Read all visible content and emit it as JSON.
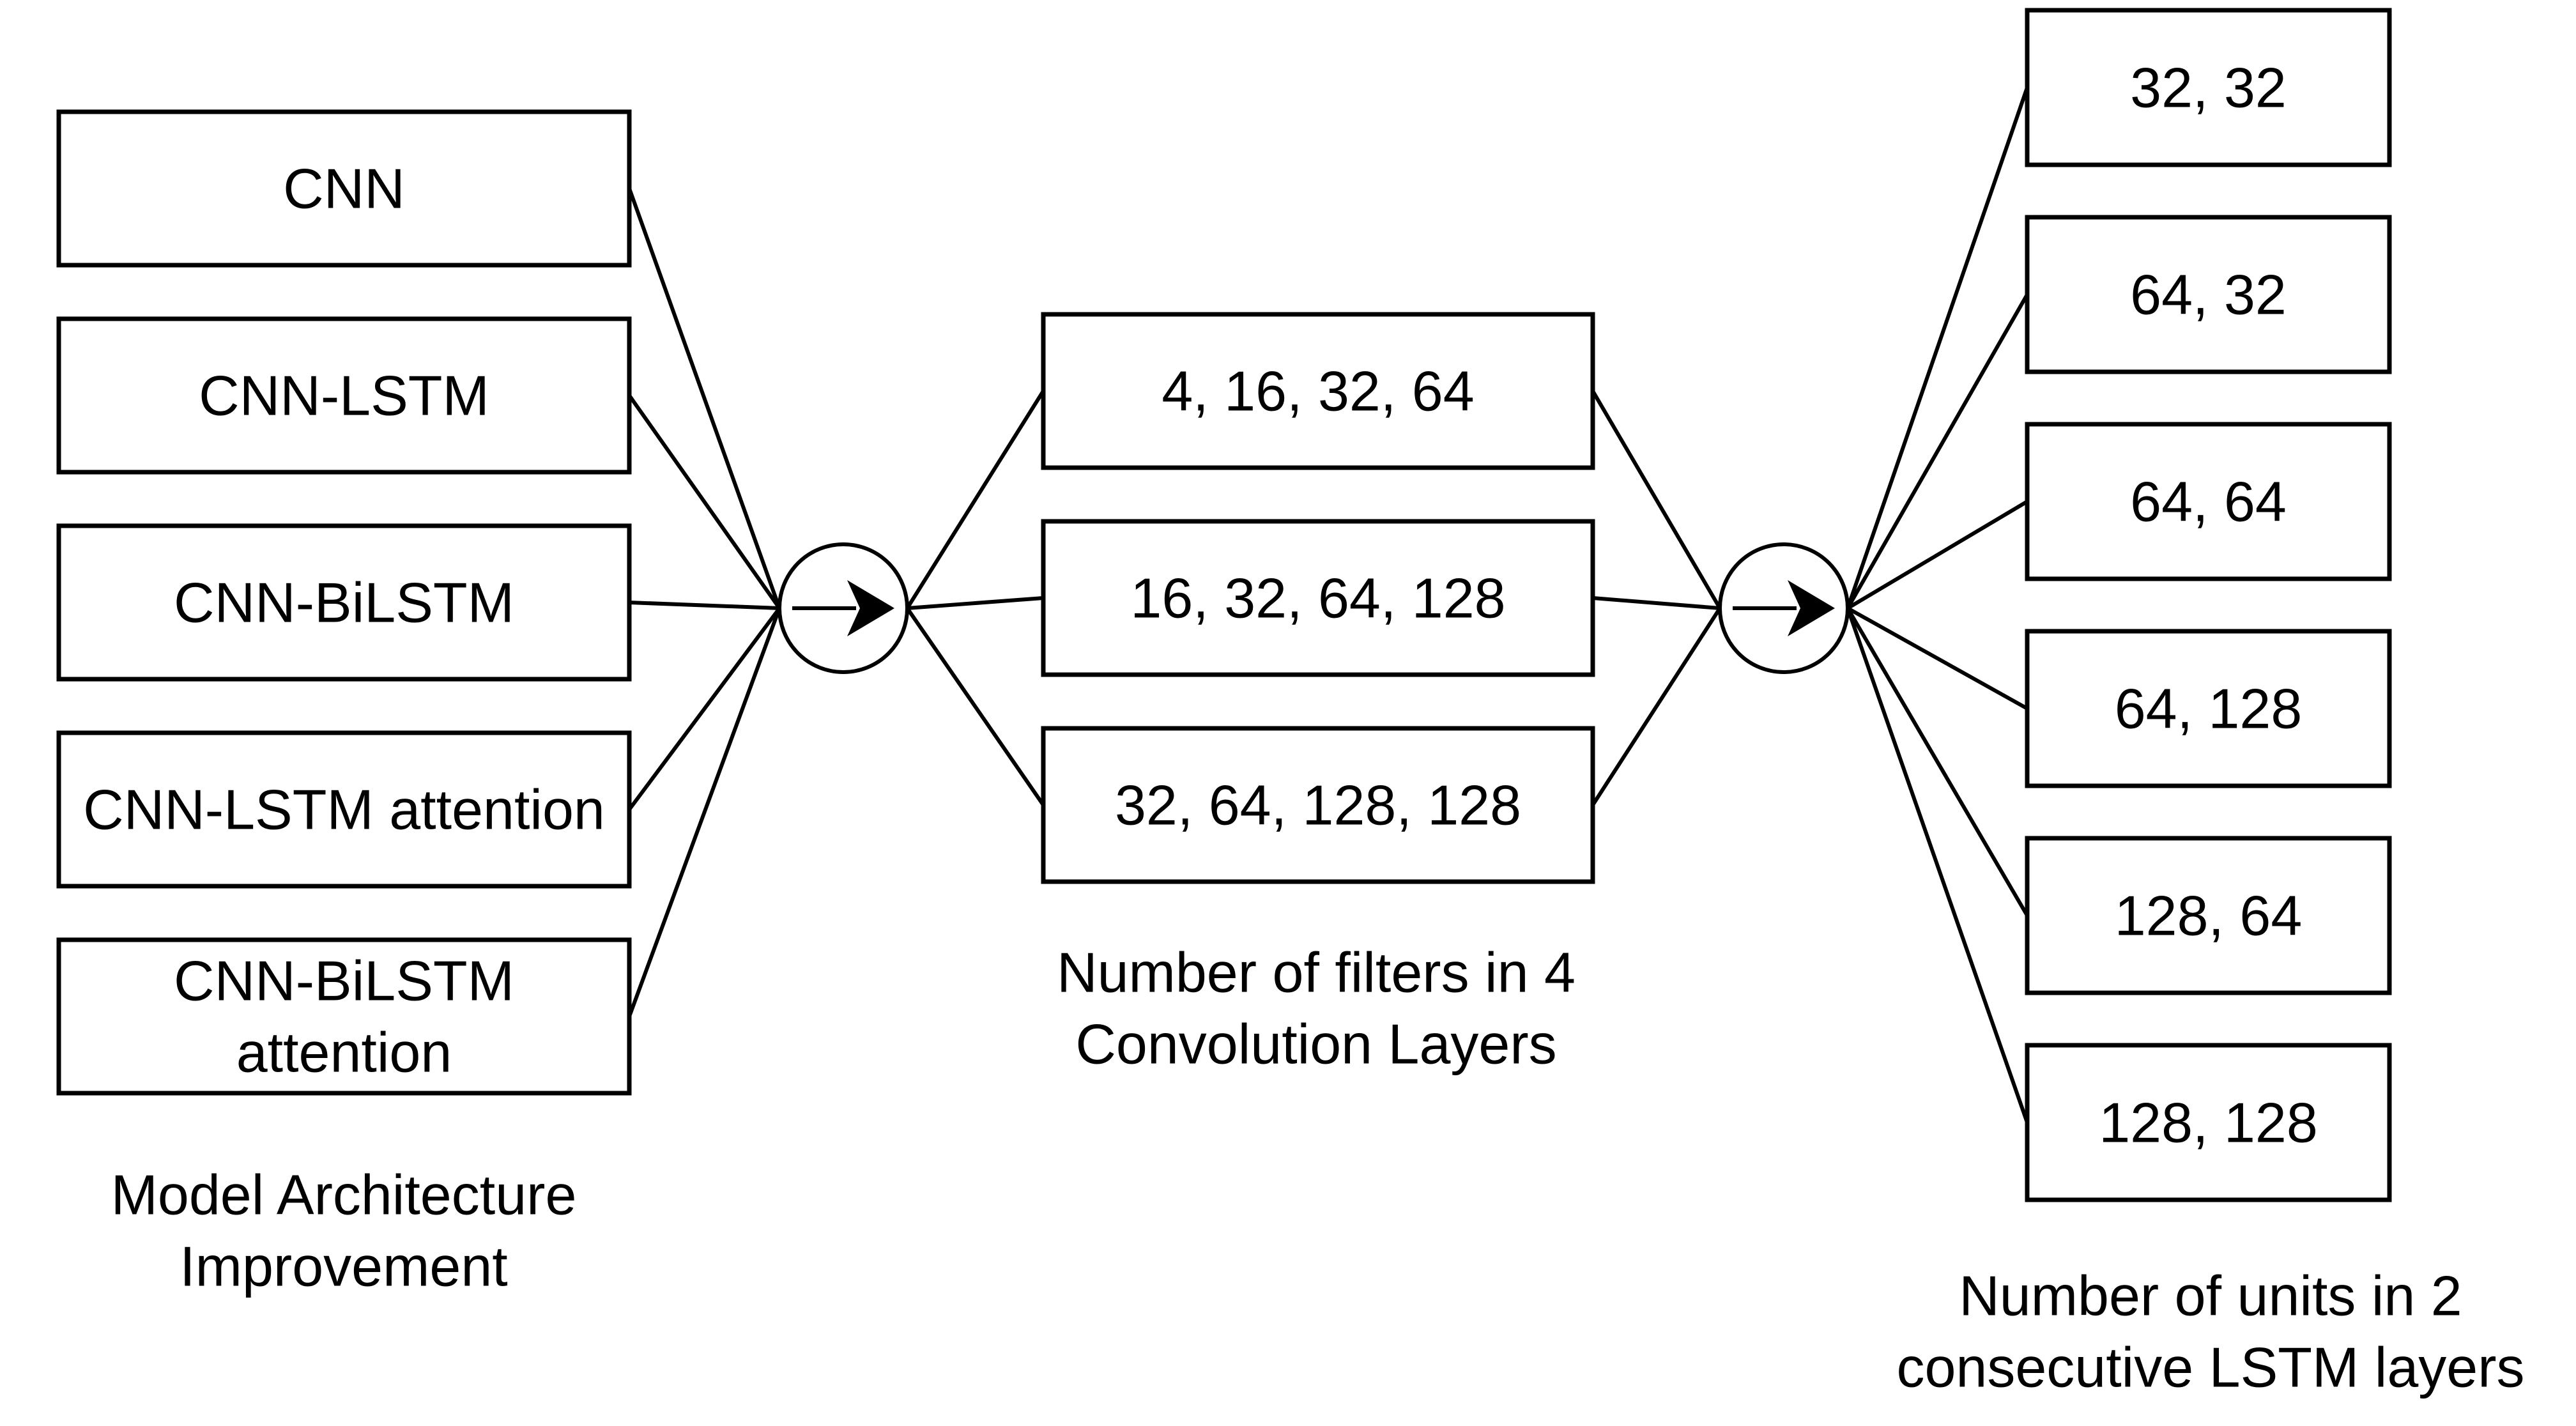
{
  "model_architecture": {
    "caption": [
      "Model Architecture",
      "Improvement"
    ],
    "items": [
      [
        "CNN"
      ],
      [
        "CNN-LSTM"
      ],
      [
        "CNN-BiLSTM"
      ],
      [
        "CNN-LSTM attention"
      ],
      [
        "CNN-BiLSTM",
        "attention"
      ]
    ]
  },
  "convolution_filters": {
    "caption": [
      "Number of filters in 4",
      "Convolution Layers"
    ],
    "items": [
      [
        "4, 16, 32, 64"
      ],
      [
        "16, 32, 64, 128"
      ],
      [
        "32, 64, 128, 128"
      ]
    ]
  },
  "lstm_units": {
    "caption": [
      "Number of units in 2",
      "consecutive LSTM layers"
    ],
    "items": [
      [
        "32, 32"
      ],
      [
        "64, 32"
      ],
      [
        "64, 64"
      ],
      [
        "64, 128"
      ],
      [
        "128, 64"
      ],
      [
        "128, 128"
      ]
    ]
  },
  "colors": {
    "stroke": "#000000",
    "background": "#ffffff"
  }
}
